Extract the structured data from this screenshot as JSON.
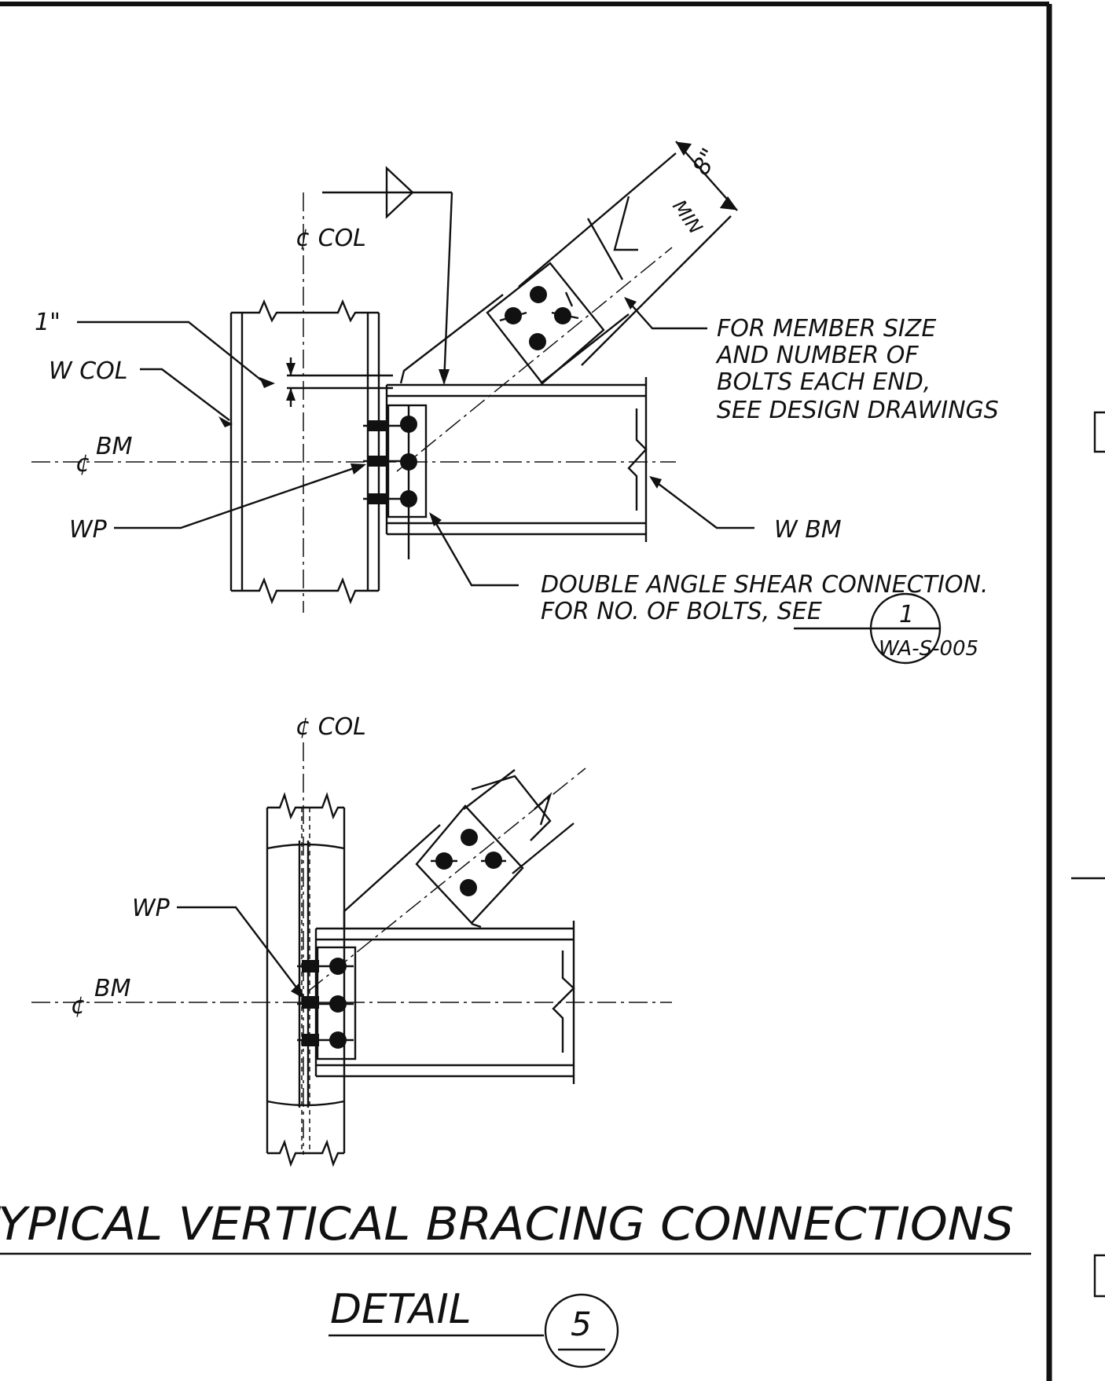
{
  "detail_title": "TYPICAL VERTICAL BRACING CONNECTIONS",
  "detail_word": "DETAIL",
  "detail_number": "5",
  "upper": {
    "col_centerline": "¢ COL",
    "one_inch": "1\"",
    "w_col": "W COL",
    "bm_mark": "¢",
    "bm_text": "BM",
    "wp": "WP",
    "w_bm": "W BM",
    "dim_8": "8\"",
    "dim_min": "MIN",
    "member_note": [
      "FOR MEMBER SIZE",
      "AND NUMBER OF",
      "BOLTS EACH END,",
      "SEE DESIGN DRAWINGS"
    ],
    "shear_note": [
      "DOUBLE ANGLE SHEAR CONNECTION.",
      "FOR NO. OF BOLTS, SEE"
    ],
    "ref_number": "1",
    "ref_sheet": "WA-S-005"
  },
  "lower": {
    "col_centerline": "¢ COL",
    "wp": "WP",
    "bm_mark": "¢",
    "bm_text": "BM"
  }
}
